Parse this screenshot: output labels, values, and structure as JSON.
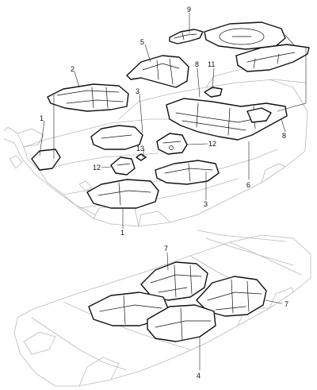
{
  "callouts": {
    "c1_left": "1",
    "c1_bottom": "1",
    "c2": "2",
    "c3_top": "3",
    "c3_right": "3",
    "c4": "4",
    "c5": "5",
    "c6": "6",
    "c7_top": "7",
    "c7_right": "7",
    "c8_top": "8",
    "c8_right": "8",
    "c9": "9",
    "c11": "11",
    "c12_right": "12",
    "c12_left": "12",
    "c13": "13"
  }
}
